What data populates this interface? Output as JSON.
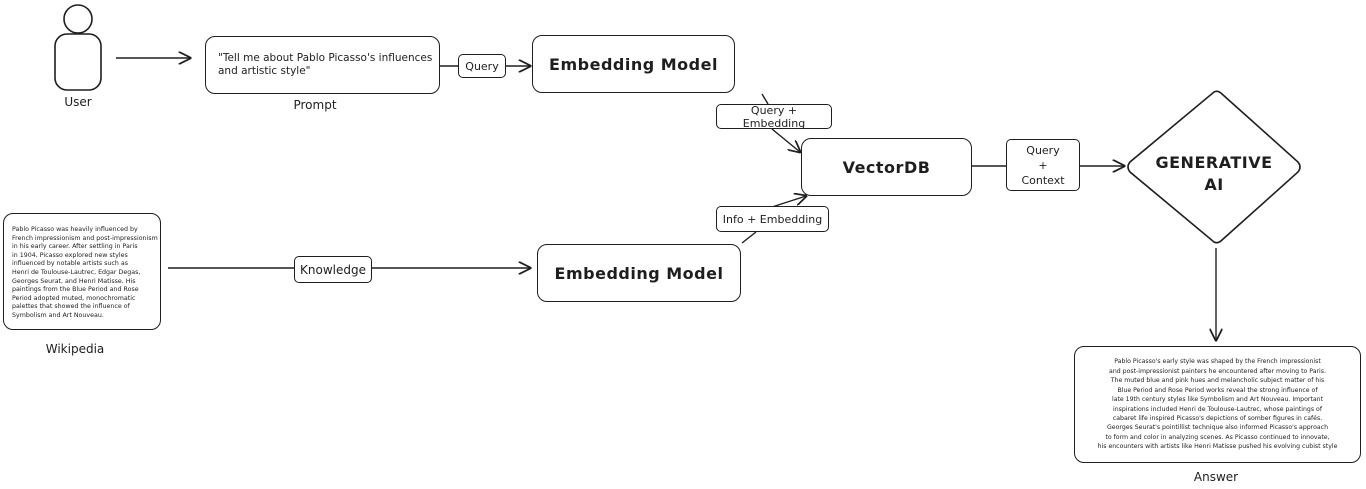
{
  "user": {
    "label": "User"
  },
  "prompt": {
    "text": "\"Tell me about Pablo Picasso's influences\nand artistic style\"",
    "caption": "Prompt"
  },
  "chips": {
    "query": "Query",
    "query_embedding": "Query + Embedding",
    "info_embedding": "Info + Embedding",
    "knowledge": "Knowledge",
    "query_context": "Query\n+\nContext"
  },
  "nodes": {
    "embedding_model_top": "Embedding Model",
    "embedding_model_bottom": "Embedding Model",
    "vectordb": "VectorDB",
    "generative_ai": "GENERATIVE\nAI"
  },
  "wikipedia": {
    "text": "Pablo Picasso was heavily influenced by\nFrench impressionism and post-impressionism\nin his early career. After settling in Paris\nin 1904, Picasso explored new styles\ninfluenced by notable artists such as\nHenri de Toulouse-Lautrec, Edgar Degas,\nGeorges Seurat, and Henri Matisse. His\npaintings from the Blue Period and Rose\nPeriod adopted muted, monochromatic\npalettes that showed the influence of\nSymbolism and Art Nouveau.",
    "caption": "Wikipedia"
  },
  "answer": {
    "text": "Pablo Picasso's early style was shaped by the French impressionist\nand post-impressionist painters he encountered after moving to Paris.\nThe muted blue and pink hues and melancholic subject matter of his\nBlue Period and Rose Period works reveal the strong influence of\nlate 19th century styles like Symbolism and Art Nouveau. Important\ninspirations included Henri de Toulouse-Lautrec, whose paintings of\ncabaret life inspired Picasso's depictions of somber figures in cafés.\nGeorges Seurat's pointillist technique also informed Picasso's approach\nto form and color in analyzing scenes. As Picasso continued to innovate,\nhis encounters with artists like Henri Matisse pushed his evolving cubist style",
    "caption": "Answer"
  },
  "colors": {
    "stroke": "#1e1e1e",
    "background": "#ffffff"
  }
}
